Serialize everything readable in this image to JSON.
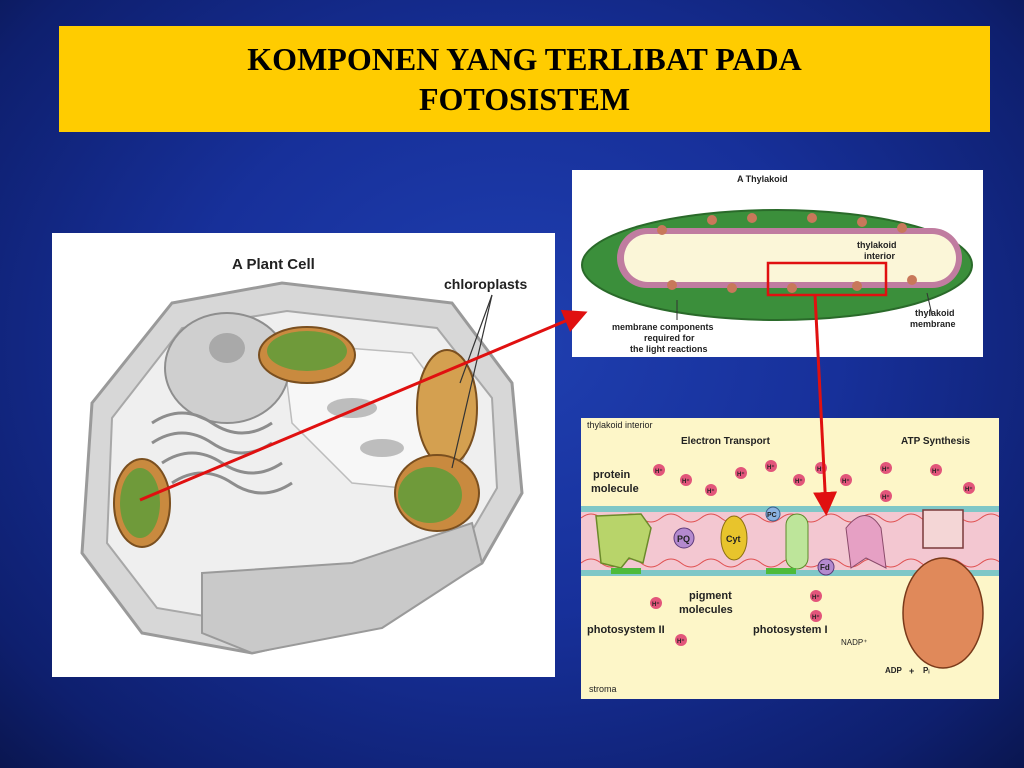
{
  "slide": {
    "title_line1": "KOMPONEN YANG TERLIBAT PADA",
    "title_line2": "FOTOSISTEM",
    "background_color": "#17309a",
    "title_bg_color": "#ffcc00",
    "arrow_color": "#e01010"
  },
  "plant_cell": {
    "title": "A Plant Cell",
    "label_chloroplasts": "chloroplasts"
  },
  "thylakoid": {
    "title": "A Thylakoid",
    "label_interior_1": "thylakoid",
    "label_interior_2": "interior",
    "label_membrane_1": "thylakoid",
    "label_membrane_2": "membrane",
    "label_components_1": "membrane components",
    "label_components_2": "required for",
    "label_components_3": "the light reactions"
  },
  "electron_transport": {
    "label_interior": "thylakoid interior",
    "label_electron_transport": "Electron Transport",
    "label_atp_synthesis": "ATP Synthesis",
    "label_protein_1": "protein",
    "label_protein_2": "molecule",
    "label_pq": "PQ",
    "label_cyt": "Cyt",
    "label_pc": "PC",
    "label_fd": "Fd",
    "label_pigment_1": "pigment",
    "label_pigment_2": "molecules",
    "label_ps2": "photosystem II",
    "label_ps1": "photosystem I",
    "label_nadp": "NADP⁺",
    "label_adp": "ADP",
    "label_plus": "+",
    "label_pi": "Pᵢ",
    "label_stroma": "stroma",
    "label_h": "H⁺"
  }
}
